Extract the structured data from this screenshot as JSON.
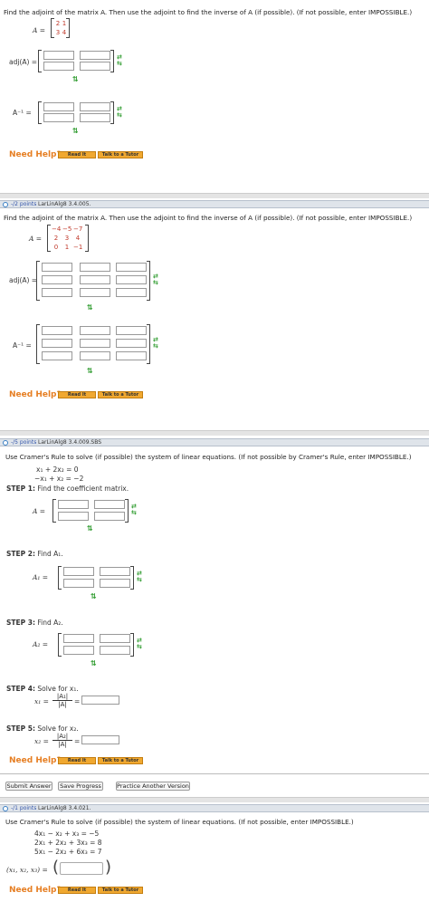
{
  "q1": {
    "prompt": "Find the adjoint of the matrix A. Then use the adjoint to find the inverse of A (if possible). (If not possible, enter IMPOSSIBLE.)",
    "matrix_label": "A =",
    "matrix": [
      [
        "2",
        "1"
      ],
      [
        "3",
        "4"
      ]
    ],
    "adj_label": "adj(A) =",
    "inv_label": "A⁻¹ ="
  },
  "q2": {
    "points": "-/2 points",
    "code": "LarLinAlg8 3.4.005.",
    "prompt": "Find the adjoint of the matrix A. Then use the adjoint to find the inverse of A (if possible). (If not possible, enter IMPOSSIBLE.)",
    "matrix_label": "A =",
    "matrix": [
      [
        "−4",
        "−5",
        "−7"
      ],
      [
        "2",
        "3",
        "4"
      ],
      [
        "0",
        "1",
        "−1"
      ]
    ],
    "adj_label": "adj(A) =",
    "inv_label": "A⁻¹ ="
  },
  "q3": {
    "points": "-/5 points",
    "code": "LarLinAlg8 3.4.009.SBS",
    "prompt": "Use Cramer's Rule to solve (if possible) the system of linear equations. (If not possible by Cramer's Rule, enter IMPOSSIBLE.)",
    "eq1": "x₁ + 2x₂ = 0",
    "eq2": "−x₁ + x₂ = −2",
    "step1": "STEP 1:",
    "step1_text": "Find the coefficient matrix.",
    "step2": "STEP 2:",
    "step2_text": "Find A₁.",
    "step3": "STEP 3:",
    "step3_text": "Find A₂.",
    "step4": "STEP 4:",
    "step4_text": "Solve for x₁.",
    "step5": "STEP 5:",
    "step5_text": "Solve for x₂.",
    "a_label": "A =",
    "a1_label": "A₁ =",
    "a2_label": "A₂ =",
    "x1_label": "x₁ =",
    "x2_label": "x₂ =",
    "x1_num": "|A₁|",
    "x2_num": "|A₂|",
    "den": "|A|",
    "eq": "="
  },
  "actions": {
    "submit": "Submit Answer",
    "save": "Save Progress",
    "practice": "Practice Another Version"
  },
  "q4": {
    "points": "-/1 points",
    "code": "LarLinAlg8 3.4.021.",
    "prompt": "Use Cramer's Rule to solve (if possible) the system of linear equations. (If not possible, enter IMPOSSIBLE.)",
    "eq1": "4x₁ − x₂ + x₃ = −5",
    "eq2": "2x₁ + 2x₂ + 3x₃ = 8",
    "eq3": "5x₁ − 2x₂ + 6x₃ = 7",
    "answer_label": "(x₁, x₂, x₃) ="
  },
  "help": {
    "need_help": "Need Help?",
    "read": "Read It",
    "tutor": "Talk to a Tutor"
  },
  "colors": {
    "accent_orange": "#f0a830",
    "arrow_green": "#2e9b2e",
    "value_red": "#c0392b",
    "header_bg": "#dfe4ea"
  }
}
